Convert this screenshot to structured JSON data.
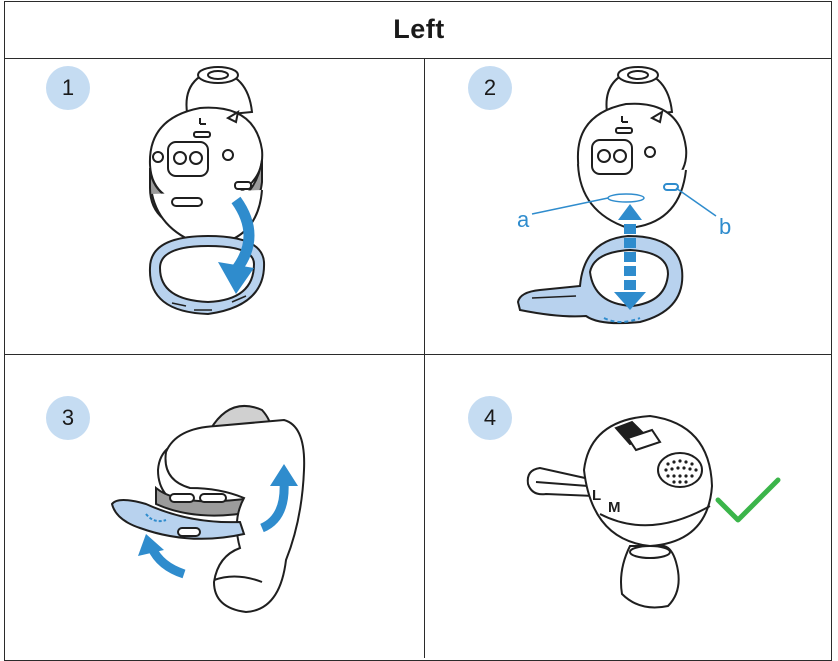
{
  "title": "Left",
  "steps": [
    {
      "number": "1"
    },
    {
      "number": "2",
      "callouts": [
        "a",
        "b"
      ]
    },
    {
      "number": "3"
    },
    {
      "number": "4",
      "marks": [
        "L",
        "M"
      ]
    }
  ],
  "colors": {
    "step_badge": "#c5dcf2",
    "accent_blue": "#2f8ccd",
    "ear_fin": "#b8d2ee",
    "check": "#3bb54a"
  }
}
